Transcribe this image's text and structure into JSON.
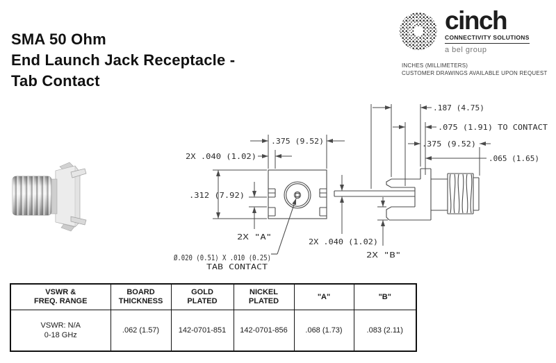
{
  "page": {
    "title_lines": [
      "SMA 50 Ohm",
      "End Launch Jack Receptacle -",
      "Tab Contact"
    ]
  },
  "brand": {
    "wordmark": "cinch",
    "tagline": "CONNECTIVITY SOLUTIONS",
    "group": "a bel group",
    "units_note": "INCHES (MILLIMETERS)",
    "drawings_note": "CUSTOMER DRAWINGS AVAILABLE UPON REQUEST"
  },
  "drawing": {
    "labels": {
      "dim_375_front": ".375 (9.52)",
      "dim_040_front": "2X .040 (1.02)",
      "dim_312": ".312 (7.92)",
      "dim_a": "2X \"A\"",
      "tab_contact_line1": "Ø.020 (0.51) X .010 (0.25)",
      "tab_contact_line2": "TAB CONTACT",
      "dim_187": ".187 (4.75)",
      "dim_075": ".075 (1.91) TO CONTACT",
      "dim_375_side": ".375 (9.52)",
      "dim_065": ".065 (1.65)",
      "dim_040_side": "2X .040 (1.02)",
      "dim_b": "2X \"B\""
    }
  },
  "table": {
    "headers": [
      {
        "l1": "VSWR &",
        "l2": "FREQ. RANGE"
      },
      {
        "l1": "BOARD",
        "l2": "THICKNESS"
      },
      {
        "l1": "GOLD",
        "l2": "PLATED"
      },
      {
        "l1": "NICKEL",
        "l2": "PLATED"
      },
      {
        "l1": "\"A\""
      },
      {
        "l1": "\"B\""
      }
    ],
    "row": {
      "vswr_l1": "VSWR: N/A",
      "vswr_l2": "0-18 GHz",
      "board_thickness": ".062 (1.57)",
      "gold_plated": "142-0701-851",
      "nickel_plated": "142-0701-856",
      "a": ".068 (1.73)",
      "b": ".083 (2.11)"
    }
  },
  "colors": {
    "text": "#1a1a1a",
    "line": "#4a4a4a",
    "table_border": "#111111"
  }
}
